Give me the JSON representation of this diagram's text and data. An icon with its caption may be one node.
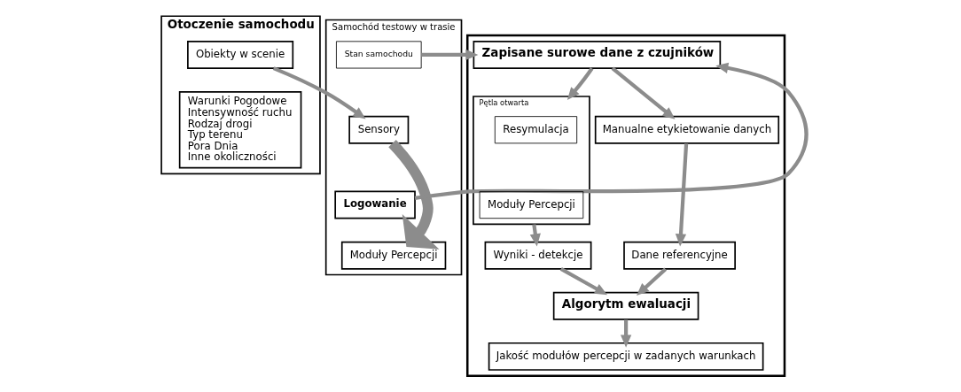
{
  "diagram": {
    "nodes": [
      {
        "text": [
          "Otoczenie samochodu"
        ]
      },
      {
        "text": [
          "Obiekty w scenie"
        ],
        "in": 0
      },
      {
        "text": [
          "Warunki Pogodowe",
          "Intensywność ruchu",
          "Rodzaj drogi",
          "Typ terenu",
          "Pora Dnia",
          "Inne okoliczności"
        ],
        "in": 0
      },
      {
        "text": [
          "Samochód testowy w trasie"
        ]
      },
      {
        "text": [
          "Stan samochodu"
        ],
        "in": 3
      },
      {
        "text": [
          "Sensory"
        ],
        "in": 3
      },
      {
        "text": [
          "Logowanie"
        ],
        "in": 3
      },
      {
        "text": [
          "Moduły Percepcji"
        ],
        "in": 3
      },
      {
        "text": [],
        "shape": "box"
      },
      {
        "text": [
          "Zapisane surowe dane z czujników"
        ],
        "in": 8
      },
      {
        "text": [
          "Pętla otwarta"
        ],
        "in": 8
      },
      {
        "text": [
          "Resymulacja"
        ],
        "in": 10
      },
      {
        "text": [
          "Moduły Percepcji"
        ],
        "in": 10
      },
      {
        "text": [
          "Manualne etykietowanie danych"
        ],
        "in": 8
      },
      {
        "text": [
          "Wyniki - detekcje"
        ],
        "in": 8
      },
      {
        "text": [
          "Dane referencyjne"
        ],
        "in": 8
      },
      {
        "text": [
          "Algorytm ewaluacji"
        ],
        "in": 8
      },
      {
        "text": [
          "Jakość modułów percepcji w zadanych warunkach"
        ],
        "in": 8
      }
    ],
    "edges": [
      {
        "from": 1,
        "to": 5,
        "arrow": "to"
      },
      {
        "from": 5,
        "to": 7,
        "arrow": "to",
        "style": "thick"
      },
      {
        "from": 4,
        "to": 9,
        "arrow": "to"
      },
      {
        "from": 6,
        "to": 9,
        "arrow": "to"
      },
      {
        "from": 9,
        "to": 10,
        "arrow": "to"
      },
      {
        "from": 9,
        "to": 13,
        "arrow": "to"
      },
      {
        "from": 10,
        "to": 14,
        "arrow": "to"
      },
      {
        "from": 13,
        "to": 15,
        "arrow": "to"
      },
      {
        "from": 14,
        "to": 16,
        "arrow": "to"
      },
      {
        "from": 15,
        "to": 16,
        "arrow": "to"
      },
      {
        "from": 16,
        "to": 17,
        "arrow": "to"
      }
    ]
  }
}
